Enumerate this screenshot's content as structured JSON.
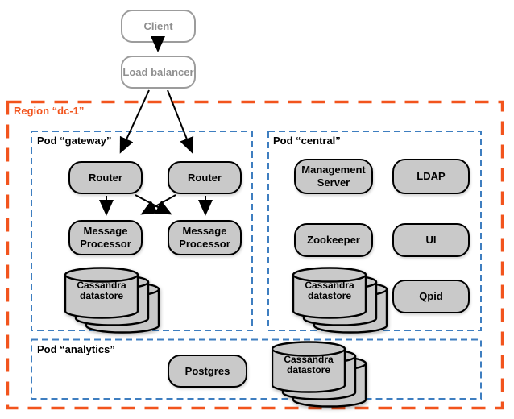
{
  "colors": {
    "region_border": "#F2541D",
    "pod_border": "#3E7EC0",
    "node_fill": "#C9C9C9",
    "node_border": "#000000",
    "external_border": "#9C9C9C",
    "external_text": "#8F8F8F",
    "arrow": "#000000"
  },
  "external": {
    "client": "Client",
    "load_balancer": "Load balancer"
  },
  "region": {
    "label": "Region “dc-1”"
  },
  "pods": {
    "gateway": {
      "label": "Pod “gateway”",
      "router1": "Router",
      "router2": "Router",
      "mp1": "Message Processor",
      "mp2": "Message Processor",
      "cassandra": "Cassandra datastore"
    },
    "central": {
      "label": "Pod “central”",
      "management_server": "Management Server",
      "ldap": "LDAP",
      "zookeeper": "Zookeeper",
      "ui": "UI",
      "cassandra": "Cassandra datastore",
      "qpid": "Qpid"
    },
    "analytics": {
      "label": "Pod “analytics”",
      "postgres": "Postgres",
      "cassandra": "Cassandra datastore"
    }
  }
}
